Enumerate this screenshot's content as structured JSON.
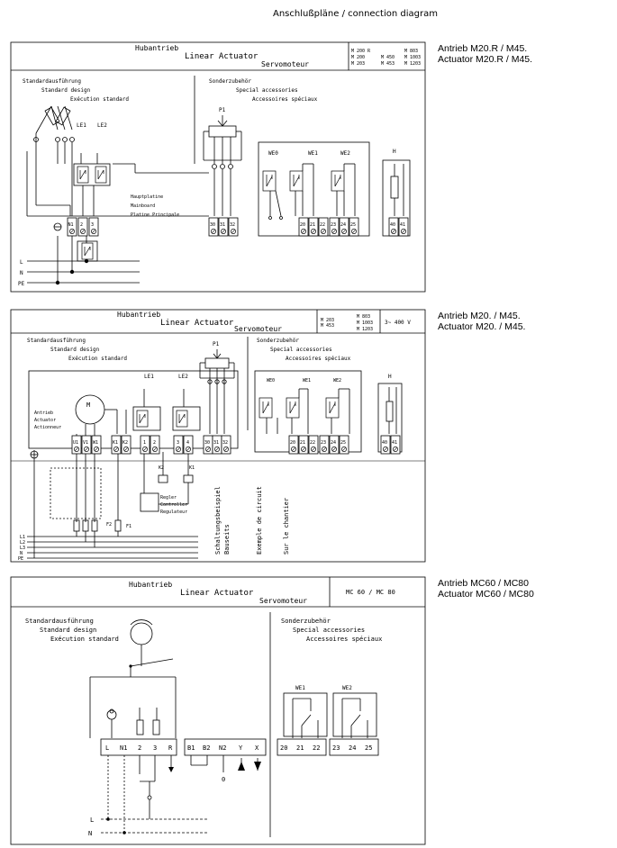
{
  "header": {
    "title": "Anschlußpläne / connection diagram"
  },
  "title_block": {
    "line1": "Hubantrieb",
    "line2": "Linear Actuator",
    "line3": "Servomoteur"
  },
  "design": {
    "de": "Standardausführung",
    "en": "Standard design",
    "fr": "Exécution standard"
  },
  "accessories": {
    "de": "Sonderzubehör",
    "en": "Special accessories",
    "fr": "Accessoires spéciaux"
  },
  "diagram1": {
    "side_label_1": "Antrieb M20.R / M45.",
    "side_label_2": "Actuator M20.R / M45.",
    "models": [
      "M 200 R",
      "M 803",
      "M 200",
      "M 450",
      "M 1003",
      "M 203",
      "M 453",
      "M 1203"
    ],
    "main_board": {
      "de": "Hauptplatine",
      "en": "Mainboard",
      "fr": "Platine Principale"
    },
    "terminals_main": [
      "N1",
      "2",
      "3"
    ],
    "terminals_pot": [
      "30",
      "31",
      "32"
    ],
    "terminals_we": [
      "20",
      "21",
      "22",
      "23",
      "24",
      "25"
    ],
    "terminals_h": [
      "40",
      "41"
    ],
    "lines": [
      "L",
      "N",
      "PE"
    ]
  },
  "diagram2": {
    "side_label_1": "Antrieb M20. / M45.",
    "side_label_2": "Actuator M20. / M45.",
    "models": [
      "M 203",
      "M 803",
      "M 453",
      "M 1003",
      "M 1203"
    ],
    "voltage": "3~ 400 V",
    "actuator": {
      "de": "Antrieb",
      "en": "Actuator",
      "fr": "Actionneur"
    },
    "controller": {
      "de": "Regler",
      "en": "Controller",
      "fr": "Regulateur"
    },
    "example": {
      "de": "Schaltungsbeispiel",
      "de2": "Bauseits",
      "fr": "Exemple de circuit",
      "fr2": "Sur le chantier"
    },
    "terminals_motor": [
      "U1",
      "V1",
      "W1",
      "K1",
      "K2",
      "1",
      "2",
      "3",
      "4",
      "30",
      "31",
      "32"
    ],
    "terminals_we": [
      "20",
      "21",
      "22",
      "23",
      "24",
      "25"
    ],
    "terminals_h": [
      "40",
      "41"
    ],
    "lines": [
      "L1",
      "L2",
      "L3",
      "N",
      "PE"
    ]
  },
  "diagram3": {
    "side_label_1": "Antrieb MC60 / MC80",
    "side_label_2": "Actuator MC60 / MC80",
    "models": "MC 60 / MC 80",
    "terminals_left": [
      "L",
      "N1",
      "2",
      "3",
      "R"
    ],
    "terminals_mid": [
      "B1",
      "B2",
      "N2",
      "Y",
      "X"
    ],
    "terminals_we": [
      "20",
      "21",
      "22",
      "23",
      "24",
      "25"
    ],
    "lines": [
      "L",
      "N"
    ]
  },
  "labels": {
    "le1": "LE1",
    "le2": "LE2",
    "p1": "P1",
    "we0": "WE0",
    "we1": "WE1",
    "we2": "WE2",
    "h": "H",
    "m": "M",
    "k1": "K1",
    "k2": "K2",
    "f1": "F1",
    "f2": "F2",
    "zero": "0"
  }
}
